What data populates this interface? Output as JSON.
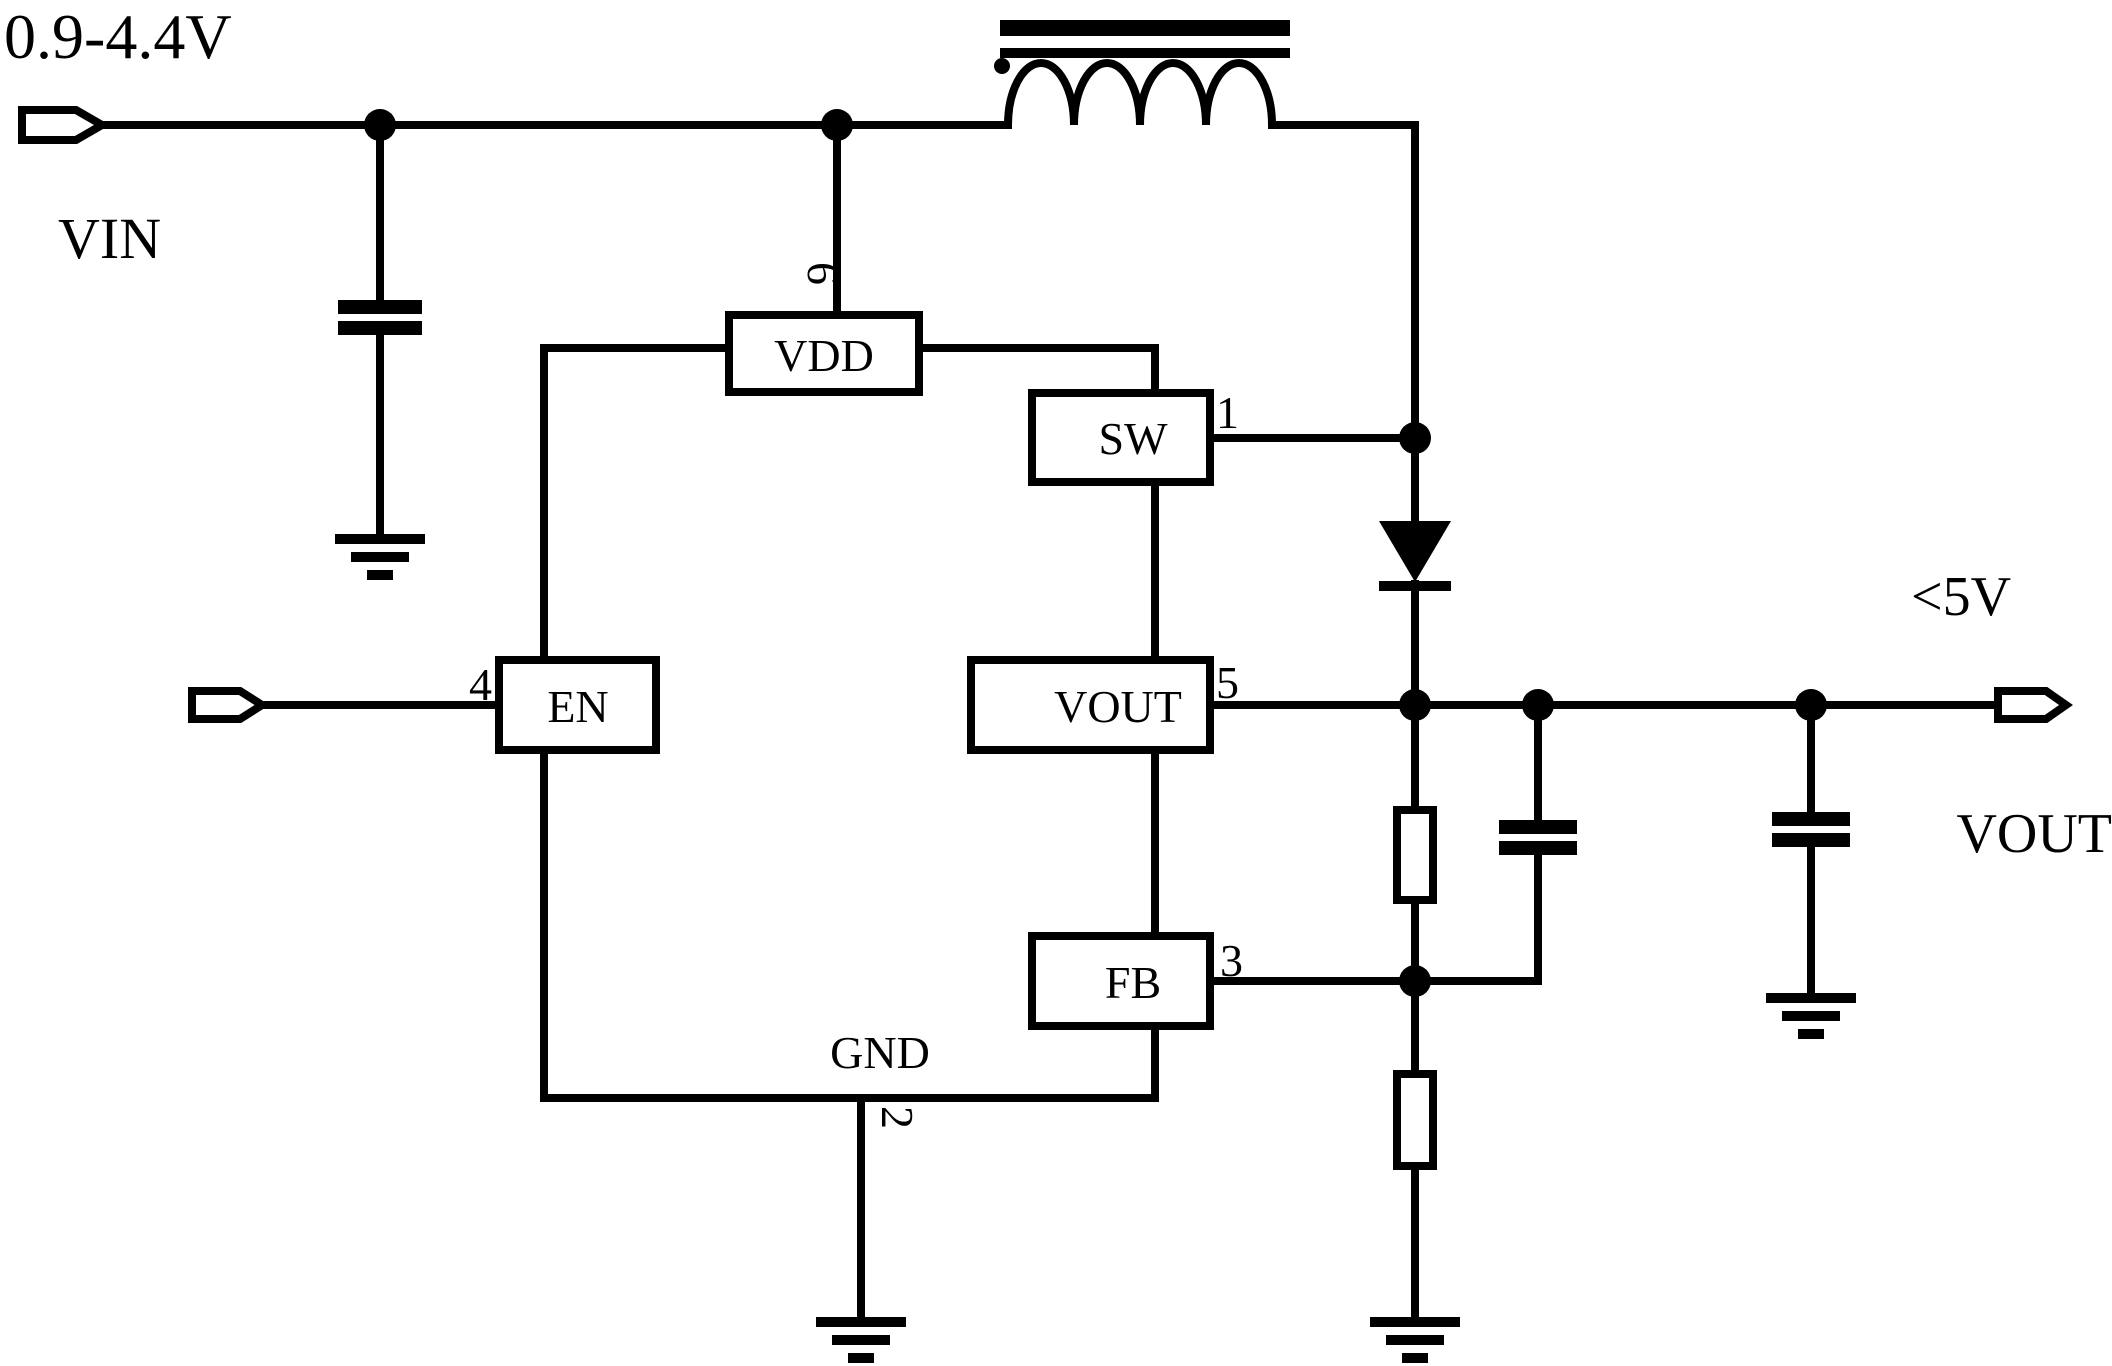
{
  "labels": {
    "input_voltage": "0.9-4.4V",
    "vin": "VIN",
    "output_voltage": "<5V",
    "vout": "VOUT"
  },
  "ic": {
    "pins": {
      "vdd": {
        "label": "VDD",
        "number": "6"
      },
      "sw": {
        "label": "SW",
        "number": "1"
      },
      "en": {
        "label": "EN",
        "number": "4"
      },
      "vout": {
        "label": "VOUT",
        "number": "5"
      },
      "fb": {
        "label": "FB",
        "number": "3"
      },
      "gnd": {
        "label": "GND",
        "number": "2"
      }
    }
  },
  "components": {
    "inductor": "boost-inductor",
    "diode": "rectifier-diode",
    "input_capacitor": "input-capacitor",
    "output_capacitor_mid": "output-capacitor-mid",
    "output_capacitor_right": "output-capacitor-right",
    "resistor_top": "feedback-resistor-upper",
    "resistor_bottom": "feedback-resistor-lower"
  },
  "colors": {
    "line": "#000000",
    "background": "#ffffff"
  }
}
